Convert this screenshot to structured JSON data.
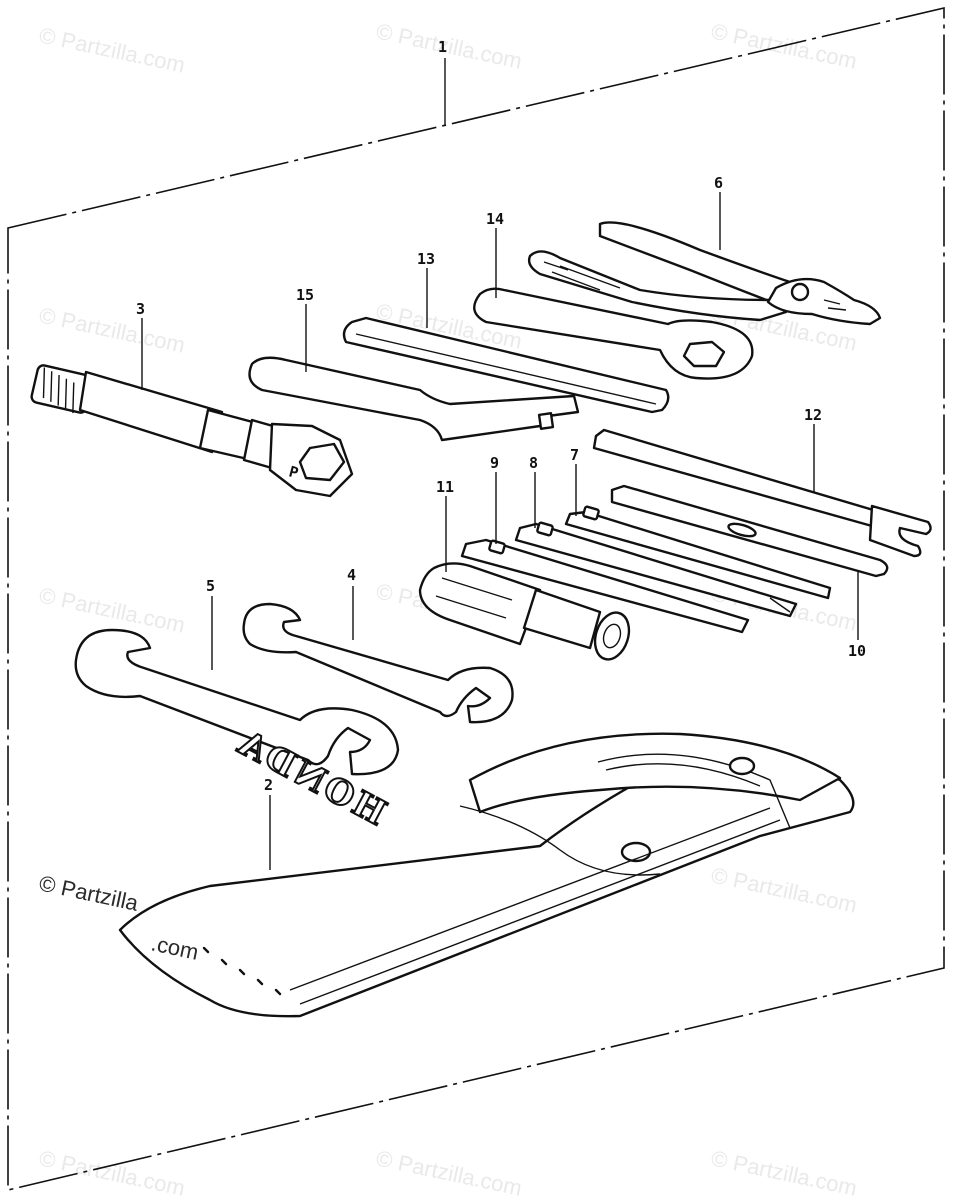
{
  "watermark": {
    "text": "© Partzilla.com",
    "text_line1": "© Partzilla",
    "text_line2": ".com"
  },
  "callouts": {
    "c1": "1",
    "c2": "2",
    "c3": "3",
    "c4": "4",
    "c5": "5",
    "c6": "6",
    "c7": "7",
    "c8": "8",
    "c9": "9",
    "c10": "10",
    "c11": "11",
    "c12": "12",
    "c13": "13",
    "c14": "14",
    "c15": "15"
  },
  "tool_bag": {
    "brand": "HONDA"
  }
}
